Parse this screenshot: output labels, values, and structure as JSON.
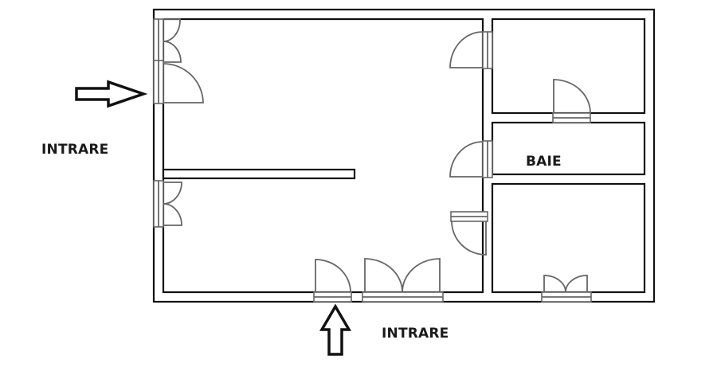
{
  "diagram": {
    "type": "floor-plan",
    "labels": {
      "entrance_left": "INTRARE",
      "entrance_bottom": "INTRARE",
      "bathroom": "BAIE"
    },
    "rooms": [
      {
        "id": "main-hall",
        "label": ""
      },
      {
        "id": "room-top-right",
        "label": ""
      },
      {
        "id": "bathroom",
        "label": "BAIE"
      },
      {
        "id": "room-bottom-right",
        "label": ""
      }
    ],
    "entrances": [
      {
        "id": "entrance-west",
        "label": "INTRARE",
        "arrow_direction": "right"
      },
      {
        "id": "entrance-south",
        "label": "INTRARE",
        "arrow_direction": "up"
      }
    ],
    "colors": {
      "wall": "#111111",
      "door": "#666666",
      "background": "#ffffff"
    }
  }
}
